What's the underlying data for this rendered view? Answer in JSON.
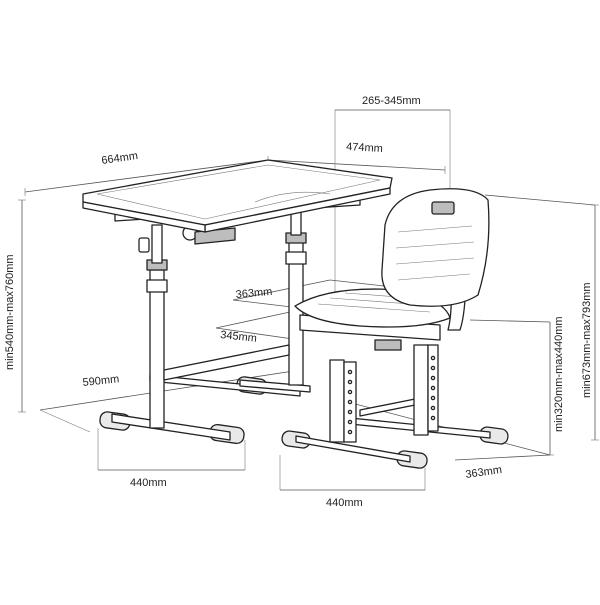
{
  "dimensions": {
    "desk_width": "664mm",
    "desk_depth": "474mm",
    "desk_height": "min540mm-max760mm",
    "desk_base_depth": "590mm",
    "desk_base_width": "440mm",
    "seat_depth_adjust": "265-345mm",
    "seat_depth": "363mm",
    "seat_width": "345mm",
    "chair_height": "min673mm-max793mm",
    "seat_height": "min320mm-max440mm",
    "chair_base_depth": "363mm",
    "chair_base_width": "440mm"
  }
}
